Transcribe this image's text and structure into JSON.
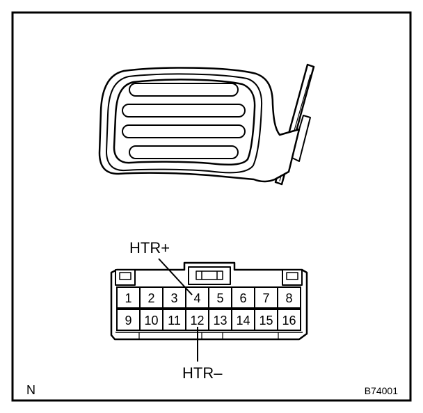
{
  "connector": {
    "pins_top": [
      "1",
      "2",
      "3",
      "4",
      "5",
      "6",
      "7",
      "8"
    ],
    "pins_bottom": [
      "9",
      "10",
      "11",
      "12",
      "13",
      "14",
      "15",
      "16"
    ]
  },
  "labels": {
    "htr_plus": "HTR+",
    "htr_minus": "HTR–"
  },
  "footer": {
    "view_letter": "N",
    "figure_code": "B74001"
  }
}
